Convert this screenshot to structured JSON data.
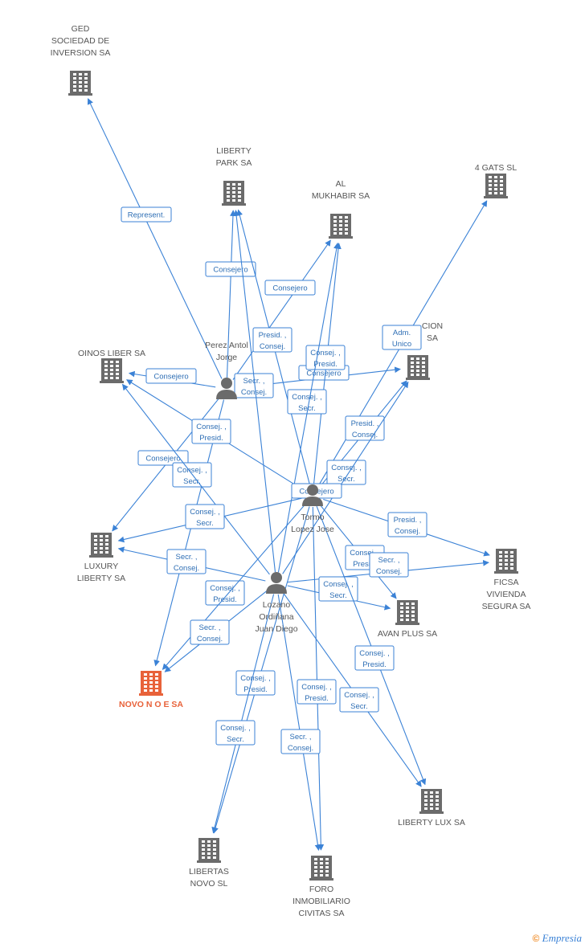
{
  "nodes": [
    {
      "id": "ged",
      "type": "company",
      "label": [
        "GED",
        "SOCIEDAD DE",
        "INVERSION SA"
      ],
      "icon": "building-icon"
    },
    {
      "id": "libertypark",
      "type": "company",
      "label": [
        "LIBERTY",
        "PARK SA"
      ],
      "icon": "building-icon"
    },
    {
      "id": "almukhabir",
      "type": "company",
      "label": [
        "AL",
        "MUKHABIR SA"
      ],
      "icon": "building-icon"
    },
    {
      "id": "4gats",
      "type": "company",
      "label": [
        "4 GATS SL"
      ],
      "icon": "building-icon"
    },
    {
      "id": "oinos",
      "type": "company",
      "label": [
        "OINOS LIBER SA"
      ],
      "icon": "building-icon"
    },
    {
      "id": "cion",
      "type": "company",
      "label": [
        "CION",
        "SA"
      ],
      "icon": "building-icon"
    },
    {
      "id": "perez",
      "type": "person",
      "label": [
        "Perez Antol",
        "Jorge"
      ],
      "icon": "person-icon"
    },
    {
      "id": "tormo",
      "type": "person",
      "label": [
        "Tormo",
        "Lopez Jose"
      ],
      "icon": "person-icon"
    },
    {
      "id": "luxury",
      "type": "company",
      "label": [
        "LUXURY",
        "LIBERTY SA"
      ],
      "icon": "building-icon"
    },
    {
      "id": "ficsa",
      "type": "company",
      "label": [
        "FICSA",
        "VIVIENDA",
        "SEGURA SA"
      ],
      "icon": "building-icon"
    },
    {
      "id": "lozano",
      "type": "person",
      "label": [
        "Lozano",
        "Ordiñana",
        "Juan Diego"
      ],
      "icon": "person-icon"
    },
    {
      "id": "avan",
      "type": "company",
      "label": [
        "AVAN PLUS SA"
      ],
      "icon": "building-icon"
    },
    {
      "id": "novo",
      "type": "company",
      "focus": true,
      "label": [
        "NOVO N O E SA"
      ],
      "icon": "building-icon"
    },
    {
      "id": "libertylux",
      "type": "company",
      "label": [
        "LIBERTY LUX SA"
      ],
      "icon": "building-icon"
    },
    {
      "id": "libertas",
      "type": "company",
      "label": [
        "LIBERTAS",
        "NOVO SL"
      ],
      "icon": "building-icon"
    },
    {
      "id": "foro",
      "type": "company",
      "label": [
        "FORO",
        "INMOBILIARIO",
        "CIVITAS SA"
      ],
      "icon": "building-icon"
    }
  ],
  "edges": [
    {
      "from": "perez",
      "to": "ged",
      "label": [
        "Represent."
      ]
    },
    {
      "from": "perez",
      "to": "libertypark",
      "label": [
        "Consejero"
      ]
    },
    {
      "from": "perez",
      "to": "almukhabir",
      "label": [
        "Consejero"
      ]
    },
    {
      "from": "perez",
      "to": "oinos",
      "label": [
        "Consejero"
      ]
    },
    {
      "from": "perez",
      "to": "cion",
      "label": [
        "Consejero"
      ]
    },
    {
      "from": "perez",
      "to": "luxury",
      "label": [
        "Consejero"
      ]
    },
    {
      "from": "perez",
      "to": "novo",
      "label": [
        "Secr. ,",
        "Consej."
      ]
    },
    {
      "from": "tormo",
      "to": "libertypark",
      "label": [
        "Presid. ,",
        "Consej."
      ]
    },
    {
      "from": "tormo",
      "to": "almukhabir",
      "label": [
        "Consej. ,",
        "Presid."
      ]
    },
    {
      "from": "tormo",
      "to": "4gats",
      "label": [
        "Adm.",
        "Unico"
      ]
    },
    {
      "from": "tormo",
      "to": "cion",
      "label": [
        "Presid. ,",
        "Consej."
      ]
    },
    {
      "from": "tormo",
      "to": "oinos",
      "label": [
        "Consej. ,",
        "Presid."
      ]
    },
    {
      "from": "tormo",
      "to": "luxury",
      "label": [
        "Consej. ,",
        "Secr."
      ]
    },
    {
      "from": "tormo",
      "to": "ficsa",
      "label": [
        "Presid. ,",
        "Consej."
      ]
    },
    {
      "from": "tormo",
      "to": "avan",
      "label": [
        "Consej. ,",
        "Presid."
      ]
    },
    {
      "from": "tormo",
      "to": "foro",
      "label": [
        "Consej. ,",
        "Presid."
      ]
    },
    {
      "from": "tormo",
      "to": "libertas",
      "label": [
        "Consej. ,",
        "Presid."
      ]
    },
    {
      "from": "lozano",
      "to": "libertypark",
      "label": [
        "Consej. ,",
        "Secr."
      ]
    },
    {
      "from": "lozano",
      "to": "almukhabir",
      "label": [
        "Consej. ,",
        "Secr."
      ]
    },
    {
      "from": "lozano",
      "to": "cion",
      "label": [
        "Consejero"
      ]
    },
    {
      "from": "lozano",
      "to": "oinos",
      "label": [
        "Consej. ,",
        "Secr."
      ]
    },
    {
      "from": "lozano",
      "to": "luxury",
      "label": [
        "Secr. ,",
        "Consej."
      ]
    },
    {
      "from": "lozano",
      "to": "novo",
      "label": [
        "Consej. ,",
        "Presid."
      ]
    },
    {
      "from": "lozano",
      "to": "ficsa",
      "label": [
        "Secr. ,",
        "Consej."
      ]
    },
    {
      "from": "lozano",
      "to": "avan",
      "label": [
        "Consej. ,",
        "Secr."
      ]
    },
    {
      "from": "lozano",
      "to": "libertylux",
      "label": [
        "Consej. ,",
        "Secr."
      ]
    },
    {
      "from": "lozano",
      "to": "libertas",
      "label": [
        "Consej. ,",
        "Secr."
      ]
    },
    {
      "from": "lozano",
      "to": "foro",
      "label": [
        "Secr. ,",
        "Consej."
      ]
    },
    {
      "from": "tormo",
      "to": "libertylux",
      "label": [
        "Consej. ,",
        "Presid."
      ]
    },
    {
      "from": "tormo",
      "to": "novo",
      "label": [
        "Secr. ,",
        "Consej."
      ]
    }
  ],
  "footer": {
    "copyright": "©",
    "brand": "Empresia"
  },
  "colors": {
    "edge": "#3b82d6",
    "node": "#6b6b6b",
    "focus": "#e8623a"
  }
}
